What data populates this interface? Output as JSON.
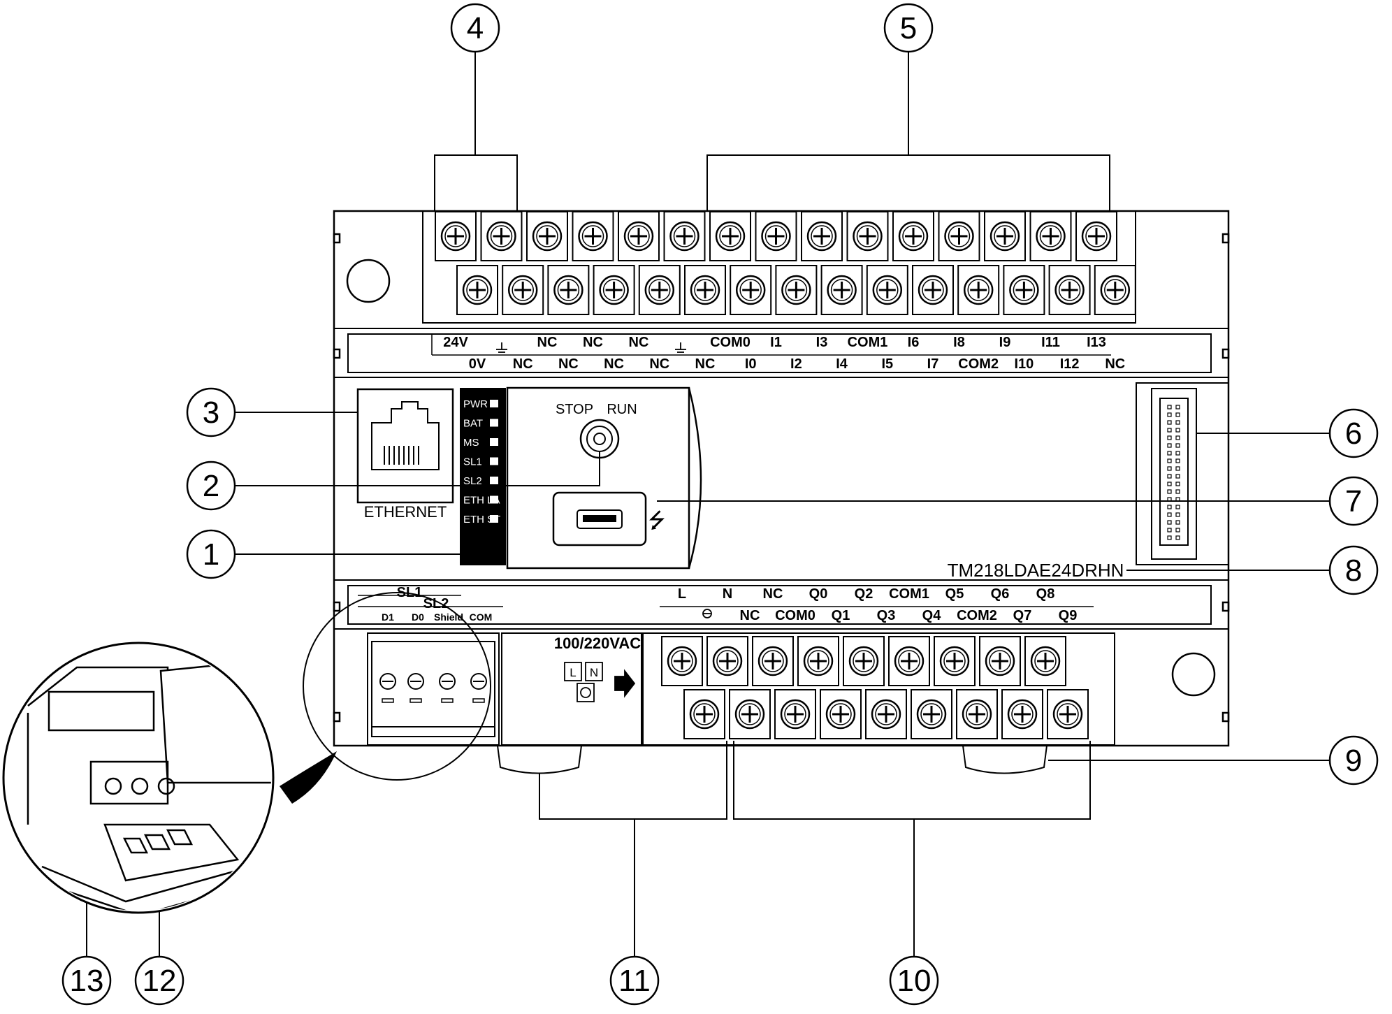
{
  "callouts": [
    {
      "num": "1"
    },
    {
      "num": "2"
    },
    {
      "num": "3"
    },
    {
      "num": "4"
    },
    {
      "num": "5"
    },
    {
      "num": "6"
    },
    {
      "num": "7"
    },
    {
      "num": "8"
    },
    {
      "num": "9"
    },
    {
      "num": "10"
    },
    {
      "num": "11"
    },
    {
      "num": "12"
    },
    {
      "num": "13"
    }
  ],
  "top_terminals": {
    "upper_row": [
      "24V",
      "",
      "NC",
      "NC",
      "NC",
      "",
      "COM0",
      "I1",
      "I3",
      "COM1",
      "I6",
      "I8",
      "I9",
      "I11",
      "I13"
    ],
    "lower_row": [
      "0V",
      "NC",
      "NC",
      "NC",
      "NC",
      "NC",
      "I0",
      "I2",
      "I4",
      "I5",
      "I7",
      "COM2",
      "I10",
      "I12",
      "NC"
    ]
  },
  "bottom_terminals": {
    "upper_row": [
      "L",
      "N",
      "NC",
      "Q0",
      "Q2",
      "COM1",
      "Q5",
      "Q6",
      "Q8"
    ],
    "lower_row": [
      "",
      "NC",
      "COM0",
      "Q1",
      "Q3",
      "Q4",
      "COM2",
      "Q7",
      "Q9"
    ]
  },
  "serial": {
    "sl1": "SL1",
    "sl2": "SL2",
    "pins": [
      "D1",
      "D0",
      "Shield",
      "COM"
    ]
  },
  "leds": [
    "PWR",
    "BAT",
    "MS",
    "SL1",
    "SL2",
    "ETH LA",
    "ETH ST"
  ],
  "ethernet_label": "ETHERNET",
  "switch": {
    "stop": "STOP",
    "run": "RUN"
  },
  "model": "TM218LDAE24DRHN",
  "power": {
    "voltage": "100/220VAC",
    "l": "L",
    "n": "N"
  }
}
